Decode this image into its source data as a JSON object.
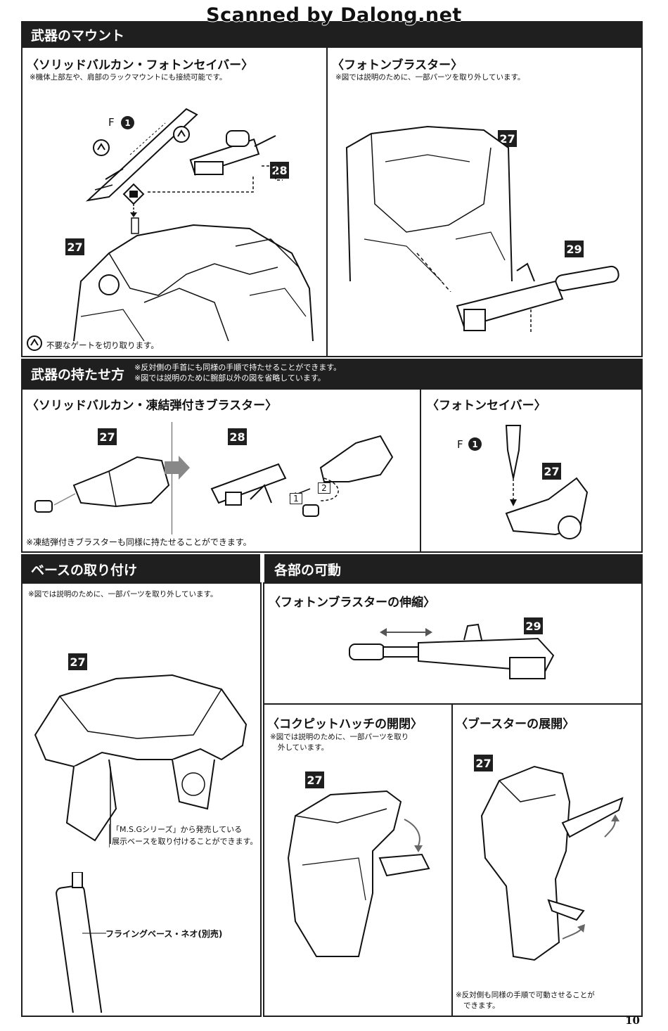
{
  "watermark": "Scanned by Dalong.net",
  "page_number": "10",
  "sections": {
    "mount": {
      "title": "武器のマウント",
      "left_sub": "〈ソリッドバルカン・フォトンセイバー〉",
      "left_note": "※機体上部左や、肩部のラックマウントにも接続可能です。",
      "right_sub": "〈フォトンブラスター〉",
      "right_note": "※図では説明のために、一部パーツを取り外しています。",
      "gate_note": "不要なゲートを切り取ります。",
      "runner_letter": "F",
      "runner_num": "1",
      "part_27": "27",
      "part_28": "28",
      "part_29": "29"
    },
    "hold": {
      "title": "武器の持たせ方",
      "note1": "※反対側の手首にも同様の手順で持たせることができます。",
      "note2": "※図では説明のために腕部以外の図を省略しています。",
      "left_sub": "〈ソリッドバルカン・凍結弾付きブラスター〉",
      "left_footer": "※凍結弾付きブラスターも同様に持たせることができます。",
      "right_sub": "〈フォトンセイバー〉",
      "step1": "1",
      "step2": "2"
    },
    "base": {
      "title": "ベースの取り付け",
      "note": "※図では説明のために、一部パーツを取り外しています。",
      "callout_line1": "「M.S.Gシリーズ」から発売している",
      "callout_line2": "展示ベースを取り付けることができます。",
      "base_label": "フライングベース・ネオ(別売)"
    },
    "move": {
      "title": "各部の可動",
      "blaster_sub": "〈フォトンブラスターの伸縮〉",
      "hatch_sub": "〈コクピットハッチの開閉〉",
      "hatch_note1": "※図では説明のために、一部パーツを取り",
      "hatch_note2": "外しています。",
      "booster_sub": "〈ブースターの展開〉",
      "booster_note1": "※反対側も同様の手順で可動させることが",
      "booster_note2": "できます。"
    }
  }
}
